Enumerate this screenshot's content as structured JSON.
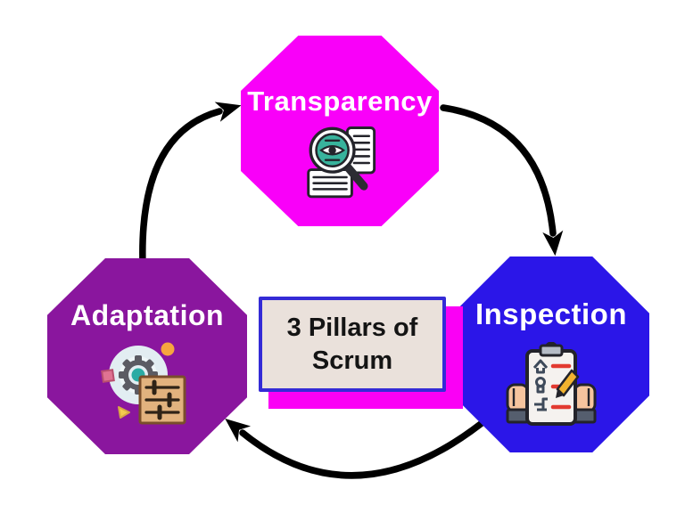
{
  "diagram": {
    "title": "3 Pillars of Scrum cycle",
    "center_box": {
      "line1": "3 Pillars of",
      "line2": "Scrum",
      "background": "#EAE1DB",
      "border_color": "#342BD6",
      "shadow_color": "#FA00F5"
    },
    "pillars": [
      {
        "label": "Transparency",
        "color": "#F900F9",
        "icon": "magnifier-eye-documents-icon"
      },
      {
        "label": "Inspection",
        "color": "#2B16E8",
        "icon": "hands-clipboard-checklist-icon"
      },
      {
        "label": "Adaptation",
        "color": "#8A169E",
        "icon": "gear-adjustment-sliders-icon"
      }
    ],
    "arrow_color": "#000000",
    "label_text_color": "#FFFFFF"
  }
}
